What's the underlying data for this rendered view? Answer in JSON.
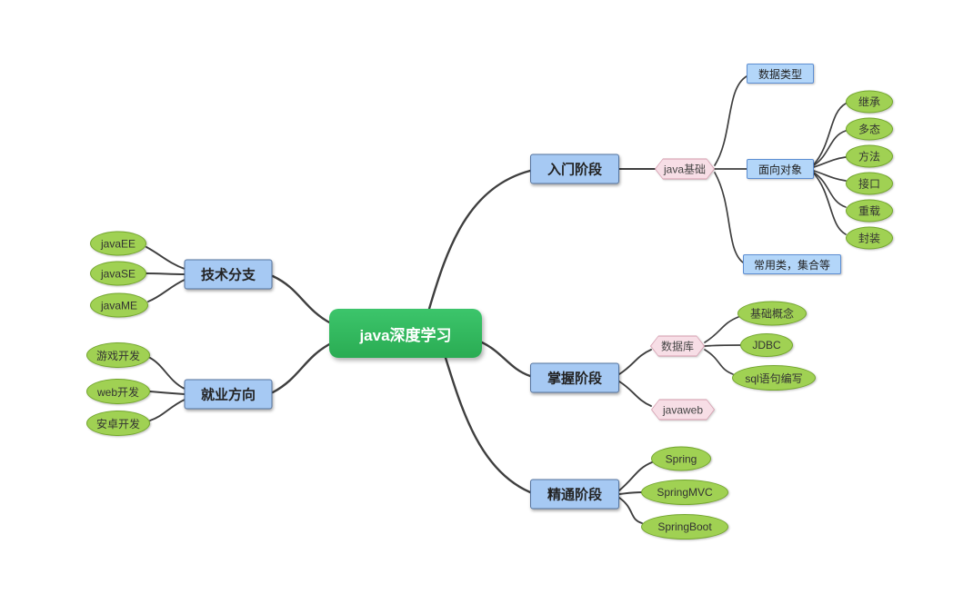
{
  "mindmap": {
    "label": "java深度学习",
    "children": [
      {
        "label": "技术分支",
        "side": "left",
        "children": [
          {
            "label": "javaEE"
          },
          {
            "label": "javaSE"
          },
          {
            "label": "javaME"
          }
        ]
      },
      {
        "label": "就业方向",
        "side": "left",
        "children": [
          {
            "label": "游戏开发"
          },
          {
            "label": "web开发"
          },
          {
            "label": "安卓开发"
          }
        ]
      },
      {
        "label": "入门阶段",
        "side": "right",
        "children": [
          {
            "label": "java基础",
            "children": [
              {
                "label": "数据类型"
              },
              {
                "label": "面向对象",
                "children": [
                  {
                    "label": "继承"
                  },
                  {
                    "label": "多态"
                  },
                  {
                    "label": "方法"
                  },
                  {
                    "label": "接口"
                  },
                  {
                    "label": "重载"
                  },
                  {
                    "label": "封装"
                  }
                ]
              },
              {
                "label": "常用类，集合等"
              }
            ]
          }
        ]
      },
      {
        "label": "掌握阶段",
        "side": "right",
        "children": [
          {
            "label": "数据库",
            "children": [
              {
                "label": "基础概念"
              },
              {
                "label": "JDBC"
              },
              {
                "label": "sql语句编写"
              }
            ]
          },
          {
            "label": "javaweb"
          }
        ]
      },
      {
        "label": "精通阶段",
        "side": "right",
        "children": [
          {
            "label": "Spring"
          },
          {
            "label": "SpringMVC"
          },
          {
            "label": "SpringBoot"
          }
        ]
      }
    ]
  },
  "colors": {
    "root_fill": "#2fb85c",
    "main_topic_fill": "#a6c9f3",
    "main_topic_border": "#54739e",
    "sub_rect_fill": "#b3d6f9",
    "sub_rect_border": "#5d8ed2",
    "ellipse_fill": "#a0d153",
    "ellipse_border": "#73a62d",
    "hexagon_fill": "#f7dee6",
    "hexagon_border": "#d49aac",
    "edge_stroke": "#3f3f3f",
    "background": "#ffffff"
  }
}
